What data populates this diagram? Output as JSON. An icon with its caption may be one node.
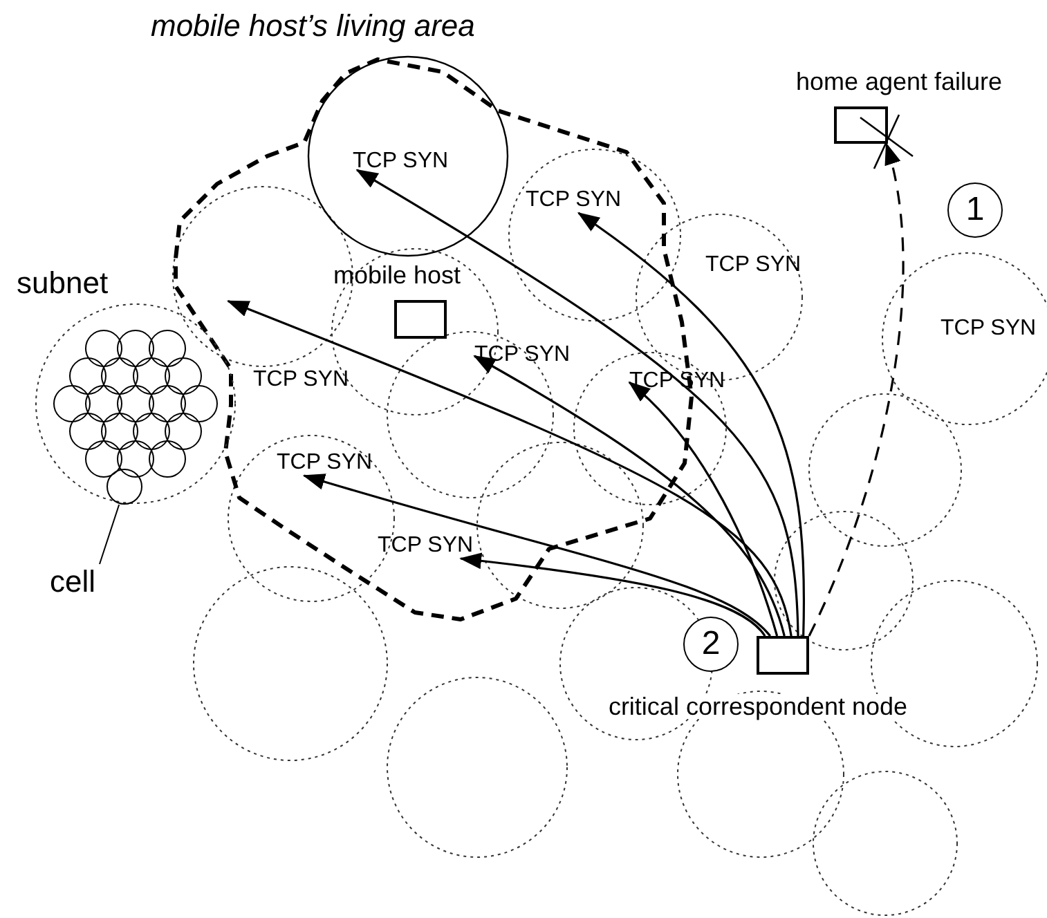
{
  "diagram": {
    "nodes": [
      {
        "text": [
          "mobile host’s living area"
        ]
      },
      {
        "text": [
          "home agent failure"
        ]
      },
      {
        "text": [
          "1"
        ]
      },
      {
        "text": [
          "TCP SYN"
        ],
        "in": 0
      },
      {
        "text": [
          "TCP SYN"
        ],
        "in": 0
      },
      {
        "text": [
          "subnet"
        ]
      },
      {
        "text": [],
        "shape": "circle",
        "in": 5
      },
      {
        "text": [
          "mobile host"
        ],
        "in": 0
      },
      {
        "text": [
          "TCP SYN"
        ],
        "in": 0
      },
      {
        "text": [
          "TCP SYN"
        ],
        "in": 0
      },
      {
        "text": [
          "TCP SYN"
        ],
        "in": 0
      },
      {
        "text": [
          "TCP SYN"
        ],
        "in": 0
      },
      {
        "text": [
          "cell"
        ]
      },
      {
        "text": [
          "2"
        ]
      },
      {
        "text": [
          "critical correspondent node"
        ]
      }
    ],
    "edges": [
      {
        "from": 14,
        "to": 11,
        "arrow": "to"
      },
      {
        "from": 14,
        "to": 10,
        "arrow": "to"
      },
      {
        "from": 14,
        "to": 9,
        "arrow": "to"
      },
      {
        "from": 14,
        "to": 8,
        "arrow": "to"
      },
      {
        "from": 14,
        "to": 0,
        "arrow": "to"
      },
      {
        "from": 14,
        "to": 3,
        "arrow": "to"
      },
      {
        "from": 14,
        "to": 4,
        "arrow": "to"
      },
      {
        "from": 14,
        "to": 1,
        "arrow": "to",
        "style": "dashed"
      },
      {
        "from": 12,
        "to": 6,
        "arrow": "none"
      }
    ],
    "labels": [
      "TCP SYN",
      "TCP SYN",
      "TCP SYN"
    ]
  }
}
